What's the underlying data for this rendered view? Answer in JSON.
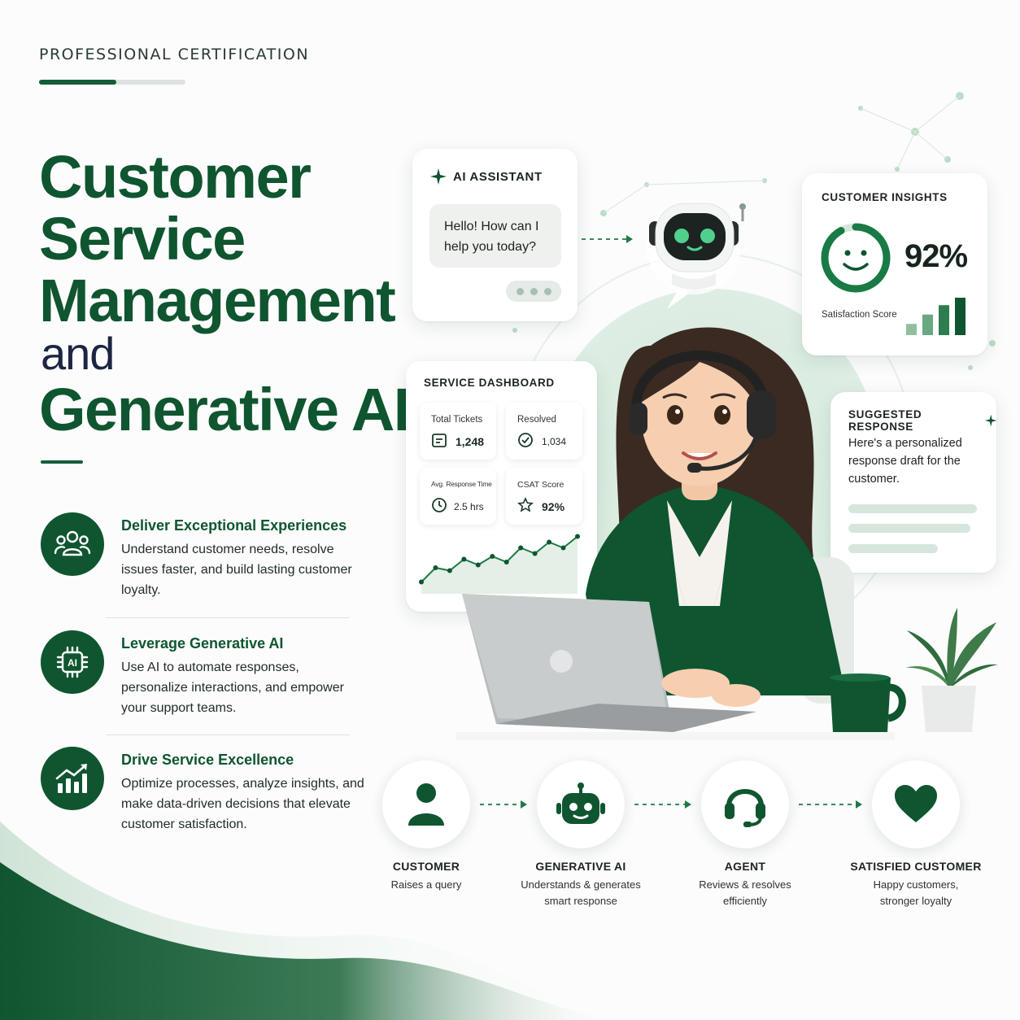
{
  "header": {
    "eyebrow": "PROFESSIONAL CERTIFICATION",
    "title_line1": "Customer",
    "title_line2": "Service",
    "title_line3": "Management",
    "title_and": "and",
    "title_line4": "Generative AI"
  },
  "features": [
    {
      "title": "Deliver Exceptional Experiences",
      "text": "Understand customer needs, resolve issues faster, and build lasting customer loyalty.",
      "icon": "people-icon"
    },
    {
      "title": "Leverage Generative AI",
      "text": "Use AI to automate responses, personalize interactions, and empower your support teams.",
      "icon": "ai-chip-icon"
    },
    {
      "title": "Drive Service Excellence",
      "text": "Optimize processes, analyze insights, and make data-driven decisions that elevate customer satisfaction.",
      "icon": "growth-chart-icon"
    }
  ],
  "ai_assistant": {
    "label": "AI ASSISTANT",
    "message": "Hello! How can I help you today?"
  },
  "customer_insights": {
    "label": "CUSTOMER INSIGHTS",
    "percent": "92%",
    "sub_label": "Satisfaction Score",
    "bar_levels": [
      0.3,
      0.55,
      0.8,
      1.0
    ]
  },
  "service_dashboard": {
    "label": "SERVICE DASHBOARD",
    "tiles": [
      {
        "label": "Total Tickets",
        "value": "1,248"
      },
      {
        "label": "Resolved",
        "value": "1,034"
      },
      {
        "label": "Avg. Response Time",
        "value": "2.5 hrs"
      },
      {
        "label": "CSAT Score",
        "value": "92%"
      }
    ],
    "trend": [
      0.15,
      0.4,
      0.35,
      0.55,
      0.45,
      0.6,
      0.5,
      0.75,
      0.65,
      0.85,
      0.75,
      0.95
    ]
  },
  "suggested_response": {
    "label": "SUGGESTED RESPONSE",
    "text": "Here's a personalized response draft for the customer."
  },
  "flow": [
    {
      "title": "CUSTOMER",
      "desc": "Raises a query",
      "icon": "person-icon"
    },
    {
      "title": "GENERATIVE AI",
      "desc": "Understands & generates smart response",
      "icon": "robot-icon"
    },
    {
      "title": "AGENT",
      "desc": "Reviews & resolves efficiently",
      "icon": "headset-icon"
    },
    {
      "title": "SATISFIED CUSTOMER",
      "desc": "Happy customers, stronger loyalty",
      "icon": "heart-icon"
    }
  ],
  "colors": {
    "brand_green": "#0f5530",
    "accent_green": "#1e8a4f",
    "mint": "#d9ece0",
    "navy": "#1c2542"
  }
}
